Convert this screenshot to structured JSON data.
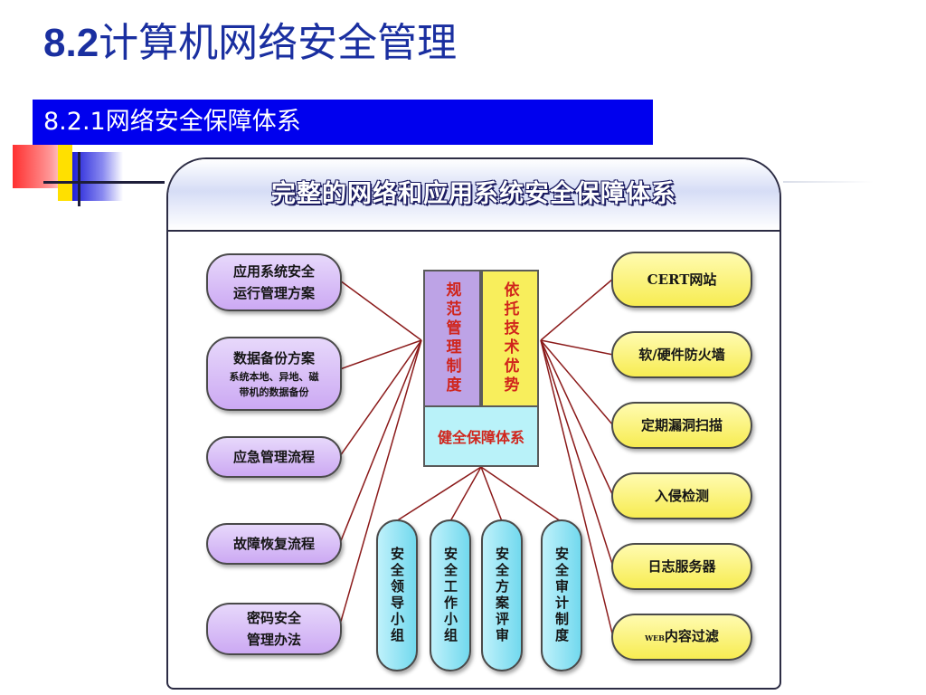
{
  "title": {
    "number": "8.2",
    "text": "计算机网络安全管理"
  },
  "subtitle": "8.2.1网络安全保障体系",
  "diagram": {
    "header": "完整的网络和应用系统安全保障体系",
    "core": {
      "left": "规范管理制度",
      "right": "依托技术优势",
      "bottom": "健全保障体系"
    },
    "left_items": [
      {
        "lines": [
          "应用系统安全",
          "运行管理方案"
        ]
      },
      {
        "lines": [
          "数据备份方案",
          "系统本地、异地、磁",
          "带机的数据备份"
        ]
      },
      {
        "lines": [
          "应急管理流程"
        ]
      },
      {
        "lines": [
          "故障恢复流程"
        ]
      },
      {
        "lines": [
          "密码安全",
          "管理办法"
        ]
      }
    ],
    "right_items": [
      "CERT网站",
      "软/硬件防火墙",
      "定期漏洞扫描",
      "入侵检测",
      "日志服务器"
    ],
    "right_item_web": {
      "tag": "WEB",
      "text": "内容过滤"
    },
    "bottom_items": [
      "安全领导小组",
      "安全工作小组",
      "安全方案评审",
      "安全审计制度"
    ]
  },
  "colors": {
    "title": "#1a2fa0",
    "subtitle_bar": "#0000ee",
    "left_pills": "#cca9f3",
    "right_pills": "#f7ec52",
    "bottom_pills": "#72d9ee",
    "core_text": "#d0251c",
    "connector": "#8b1a1a"
  }
}
